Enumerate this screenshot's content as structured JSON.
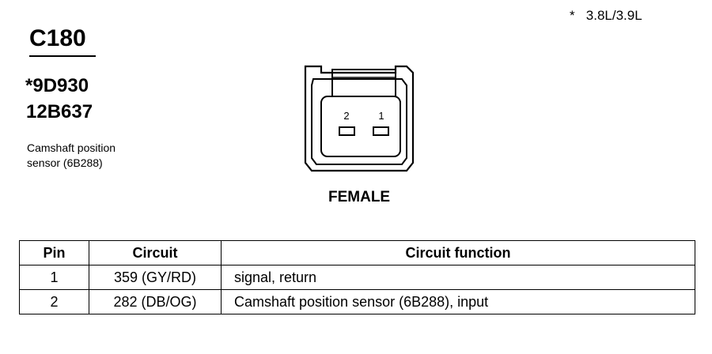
{
  "note": "*   3.8L/3.9L",
  "connector": {
    "id": "C180",
    "parts": [
      "*9D930",
      "12B637"
    ],
    "description": [
      "Camshaft position",
      "sensor (6B288)"
    ],
    "view": "FEMALE",
    "pin_numbers": [
      "2",
      "1"
    ]
  },
  "table": {
    "headers": [
      "Pin",
      "Circuit",
      "Circuit function"
    ],
    "rows": [
      {
        "pin": "1",
        "circuit": "359 (GY/RD)",
        "function": "signal, return"
      },
      {
        "pin": "2",
        "circuit": "282 (DB/OG)",
        "function": "Camshaft position sensor (6B288), input"
      }
    ]
  }
}
